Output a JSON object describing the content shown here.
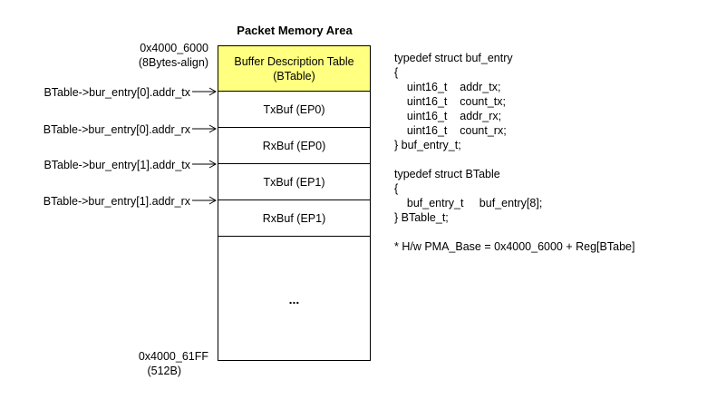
{
  "title": "Packet Memory Area",
  "start_address": {
    "line1": "0x4000_6000",
    "line2": "(8Bytes-align)"
  },
  "end_address": {
    "line1": "0x4000_61FF",
    "line2": "(512B)"
  },
  "segments": {
    "btable_line1": "Buffer Description Table",
    "btable_line2": "(BTable)",
    "s1": "TxBuf (EP0)",
    "s2": "RxBuf (EP0)",
    "s3": "TxBuf (EP1)",
    "s4": "RxBuf (EP1)",
    "rest": "..."
  },
  "pointers": [
    "BTable->bur_entry[0].addr_tx",
    "BTable->bur_entry[0].addr_rx",
    "BTable->bur_entry[1].addr_tx",
    "BTable->bur_entry[1].addr_rx"
  ],
  "code": [
    "typedef struct buf_entry",
    "{",
    "    uint16_t    addr_tx;",
    "    uint16_t    count_tx;",
    "    uint16_t    addr_rx;",
    "    uint16_t    count_rx;",
    "} buf_entry_t;",
    "",
    "typedef struct BTable",
    "{",
    "    buf_entry_t     buf_entry[8];",
    "} BTable_t;",
    "",
    "* H/w PMA_Base = 0x4000_6000 + Reg[BTabe]"
  ]
}
